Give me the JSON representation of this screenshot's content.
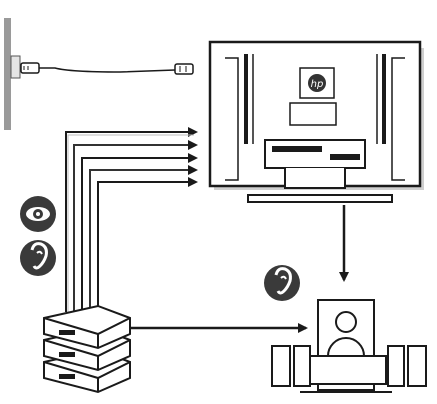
{
  "diagram": {
    "monitor_logo_text": "hp",
    "icons": [
      {
        "name": "eye-icon",
        "meaning": "video"
      },
      {
        "name": "ear-icon",
        "meaning": "audio"
      },
      {
        "name": "ear-icon",
        "meaning": "audio"
      }
    ],
    "components": [
      "wall-outlet",
      "power-cable",
      "monitor-back",
      "av-source-devices",
      "speaker-system"
    ],
    "colors": {
      "line": "#1a1a1a",
      "fill": "#ffffff",
      "icon_bg": "#3a3a3a",
      "shadow": "#bdbdbd",
      "wall": "#9a9a9a"
    }
  }
}
